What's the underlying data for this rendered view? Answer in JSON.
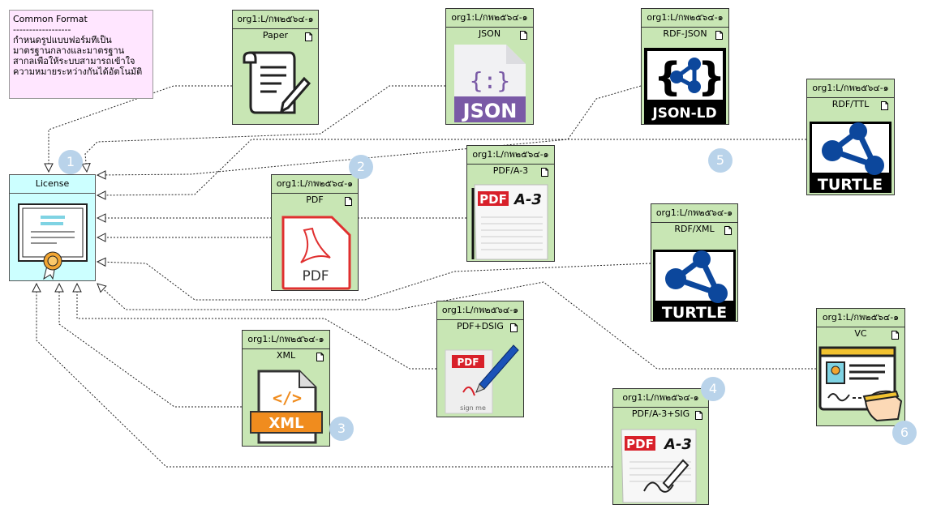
{
  "note": {
    "title": "Common Format",
    "separator": "------------------",
    "lines": [
      "กำหนดรูปแบบฟอร์มที่เป็น",
      "มาตรฐานกลางและมาตรฐาน",
      "สากลเพื่อให้ระบบสามารถเข้าใจ",
      "ความหมายระหว่างกันได้อัตโนมัติ"
    ]
  },
  "license": {
    "label": "License"
  },
  "boxes": {
    "paper": {
      "header": "org1:L/กพ๒๕๖๔-๑",
      "label": "Paper"
    },
    "json": {
      "header": "org1:L/กพ๒๕๖๔-๑",
      "label": "JSON",
      "logo_text": "JSON"
    },
    "rdfjson": {
      "header": "org1:L/กพ๒๕๖๔-๑",
      "label": "RDF-JSON",
      "logo_text": "JSON-LD"
    },
    "rdfttl": {
      "header": "org1:L/กพ๒๕๖๔-๑",
      "label": "RDF/TTL",
      "logo_text": "TURTLE"
    },
    "pdf": {
      "header": "org1:L/กพ๒๕๖๔-๑",
      "label": "PDF",
      "logo_text": "PDF"
    },
    "pdfa3": {
      "header": "org1:L/กพ๒๕๖๔-๑",
      "label": "PDF/A-3",
      "logo_text": "PDF",
      "logo_suffix": "A-3"
    },
    "rdfxml": {
      "header": "org1:L/กพ๒๕๖๔-๑",
      "label": "RDF/XML",
      "logo_text": "TURTLE"
    },
    "pdfdsig": {
      "header": "org1:L/กพ๒๕๖๔-๑",
      "label": "PDF+DSIG",
      "logo_text": "PDF",
      "logo_sub": "sign me"
    },
    "xml": {
      "header": "org1:L/กพ๒๕๖๔-๑",
      "label": "XML",
      "logo_text": "XML",
      "logo_code": "</>"
    },
    "pdfa3sig": {
      "header": "org1:L/กพ๒๕๖๔-๑",
      "label": "PDF/A-3+SIG",
      "logo_text": "PDF",
      "logo_suffix": "A-3"
    },
    "vc": {
      "header": "org1:L/กพ๒๕๖๔-๑",
      "label": "VC"
    }
  },
  "badges": [
    "1",
    "2",
    "3",
    "4",
    "5",
    "6"
  ],
  "colors": {
    "box_fill": "#c8e6b4",
    "license_fill": "#ccffff",
    "note_fill": "#ffe6ff",
    "badge": "#b9d3ea"
  }
}
